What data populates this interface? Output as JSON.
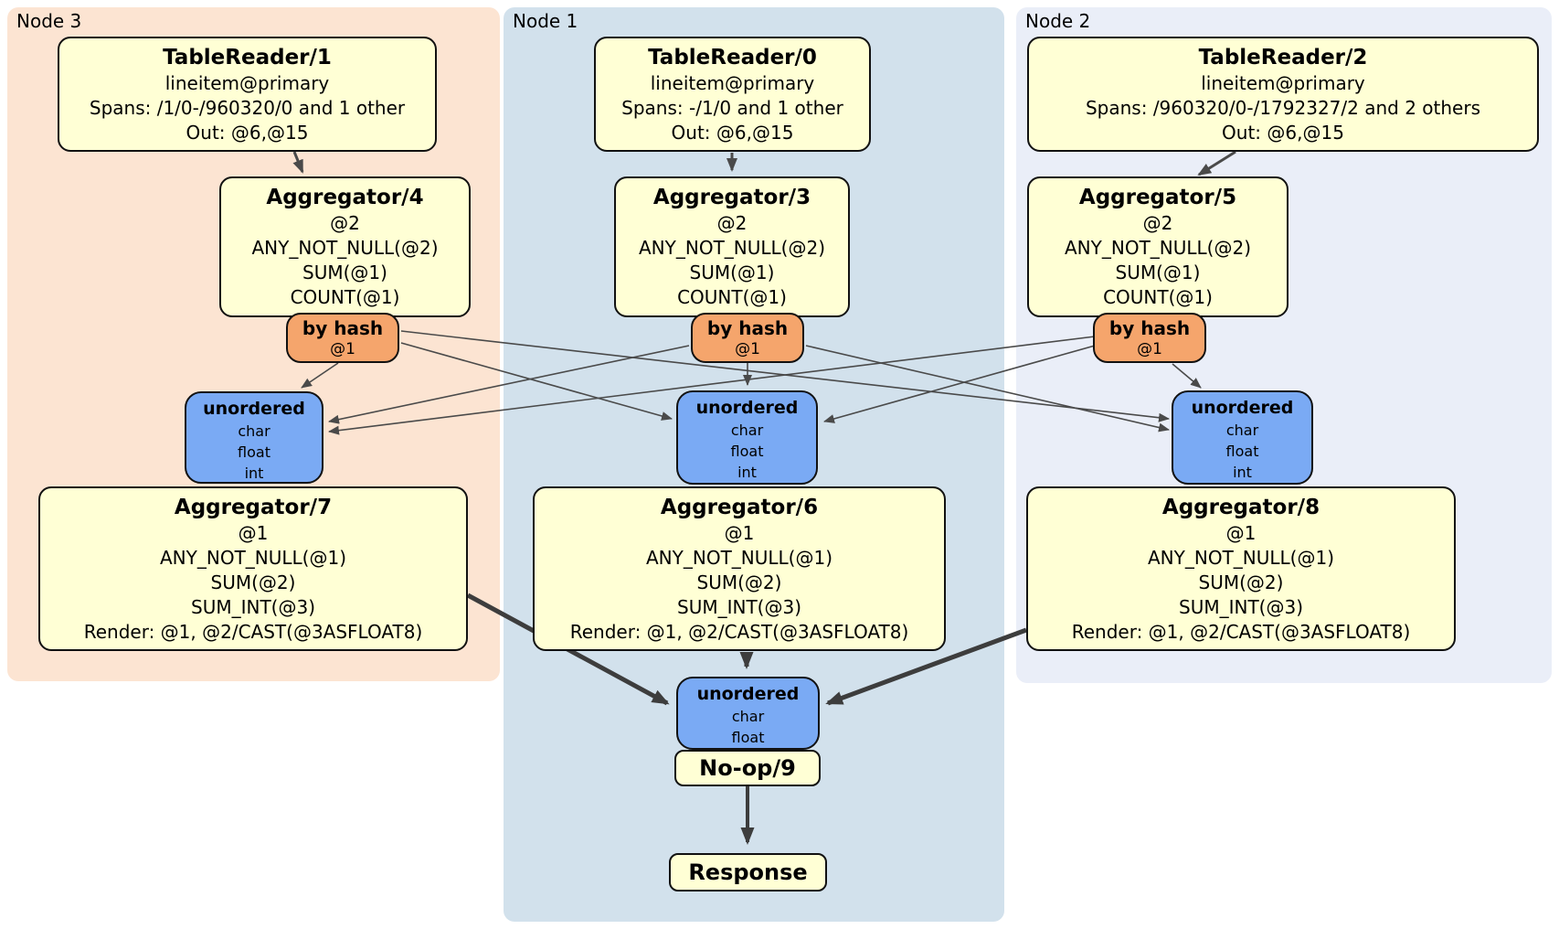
{
  "nodes": {
    "node3": {
      "label": "Node 3",
      "tablereader": {
        "title": "TableReader/1",
        "lines": [
          "lineitem@primary",
          "Spans: /1/0-/960320/0 and 1 other",
          "Out: @6,@15"
        ]
      },
      "aggregator_top": {
        "title": "Aggregator/4",
        "lines": [
          "@2",
          "ANY_NOT_NULL(@2)",
          "SUM(@1)",
          "COUNT(@1)"
        ]
      },
      "router": {
        "label": "by hash",
        "detail": "@1"
      },
      "sync": {
        "label": "unordered",
        "lines": [
          "char",
          "float",
          "int"
        ]
      },
      "aggregator_bottom": {
        "title": "Aggregator/7",
        "lines": [
          "@1",
          "ANY_NOT_NULL(@1)",
          "SUM(@2)",
          "SUM_INT(@3)",
          "Render: @1, @2/CAST(@3ASFLOAT8)"
        ]
      }
    },
    "node1": {
      "label": "Node 1",
      "tablereader": {
        "title": "TableReader/0",
        "lines": [
          "lineitem@primary",
          "Spans: -/1/0 and 1 other",
          "Out: @6,@15"
        ]
      },
      "aggregator_top": {
        "title": "Aggregator/3",
        "lines": [
          "@2",
          "ANY_NOT_NULL(@2)",
          "SUM(@1)",
          "COUNT(@1)"
        ]
      },
      "router": {
        "label": "by hash",
        "detail": "@1"
      },
      "sync": {
        "label": "unordered",
        "lines": [
          "char",
          "float",
          "int"
        ]
      },
      "aggregator_bottom": {
        "title": "Aggregator/6",
        "lines": [
          "@1",
          "ANY_NOT_NULL(@1)",
          "SUM(@2)",
          "SUM_INT(@3)",
          "Render: @1, @2/CAST(@3ASFLOAT8)"
        ]
      }
    },
    "node2": {
      "label": "Node 2",
      "tablereader": {
        "title": "TableReader/2",
        "lines": [
          "lineitem@primary",
          "Spans: /960320/0-/1792327/2 and 2 others",
          "Out: @6,@15"
        ]
      },
      "aggregator_top": {
        "title": "Aggregator/5",
        "lines": [
          "@2",
          "ANY_NOT_NULL(@2)",
          "SUM(@1)",
          "COUNT(@1)"
        ]
      },
      "router": {
        "label": "by hash",
        "detail": "@1"
      },
      "sync": {
        "label": "unordered",
        "lines": [
          "char",
          "float",
          "int"
        ]
      },
      "aggregator_bottom": {
        "title": "Aggregator/8",
        "lines": [
          "@1",
          "ANY_NOT_NULL(@1)",
          "SUM(@2)",
          "SUM_INT(@3)",
          "Render: @1, @2/CAST(@3ASFLOAT8)"
        ]
      }
    }
  },
  "final": {
    "sync": {
      "label": "unordered",
      "lines": [
        "char",
        "float"
      ]
    },
    "noop": {
      "title": "No-op/9"
    },
    "response": {
      "title": "Response"
    }
  },
  "colors": {
    "canvas_bg": "#ffffff",
    "node3_bg": "#fce4d2",
    "node1_bg": "#d2e1ec",
    "node2_bg": "#eaeef8",
    "operator_fill": "#ffffd5",
    "router_fill": "#f5a56c",
    "sync_fill": "#7aaaf4",
    "box_border": "#111111",
    "edge_thin": "#4a4a4a",
    "edge_thick": "#3d3d3d"
  }
}
